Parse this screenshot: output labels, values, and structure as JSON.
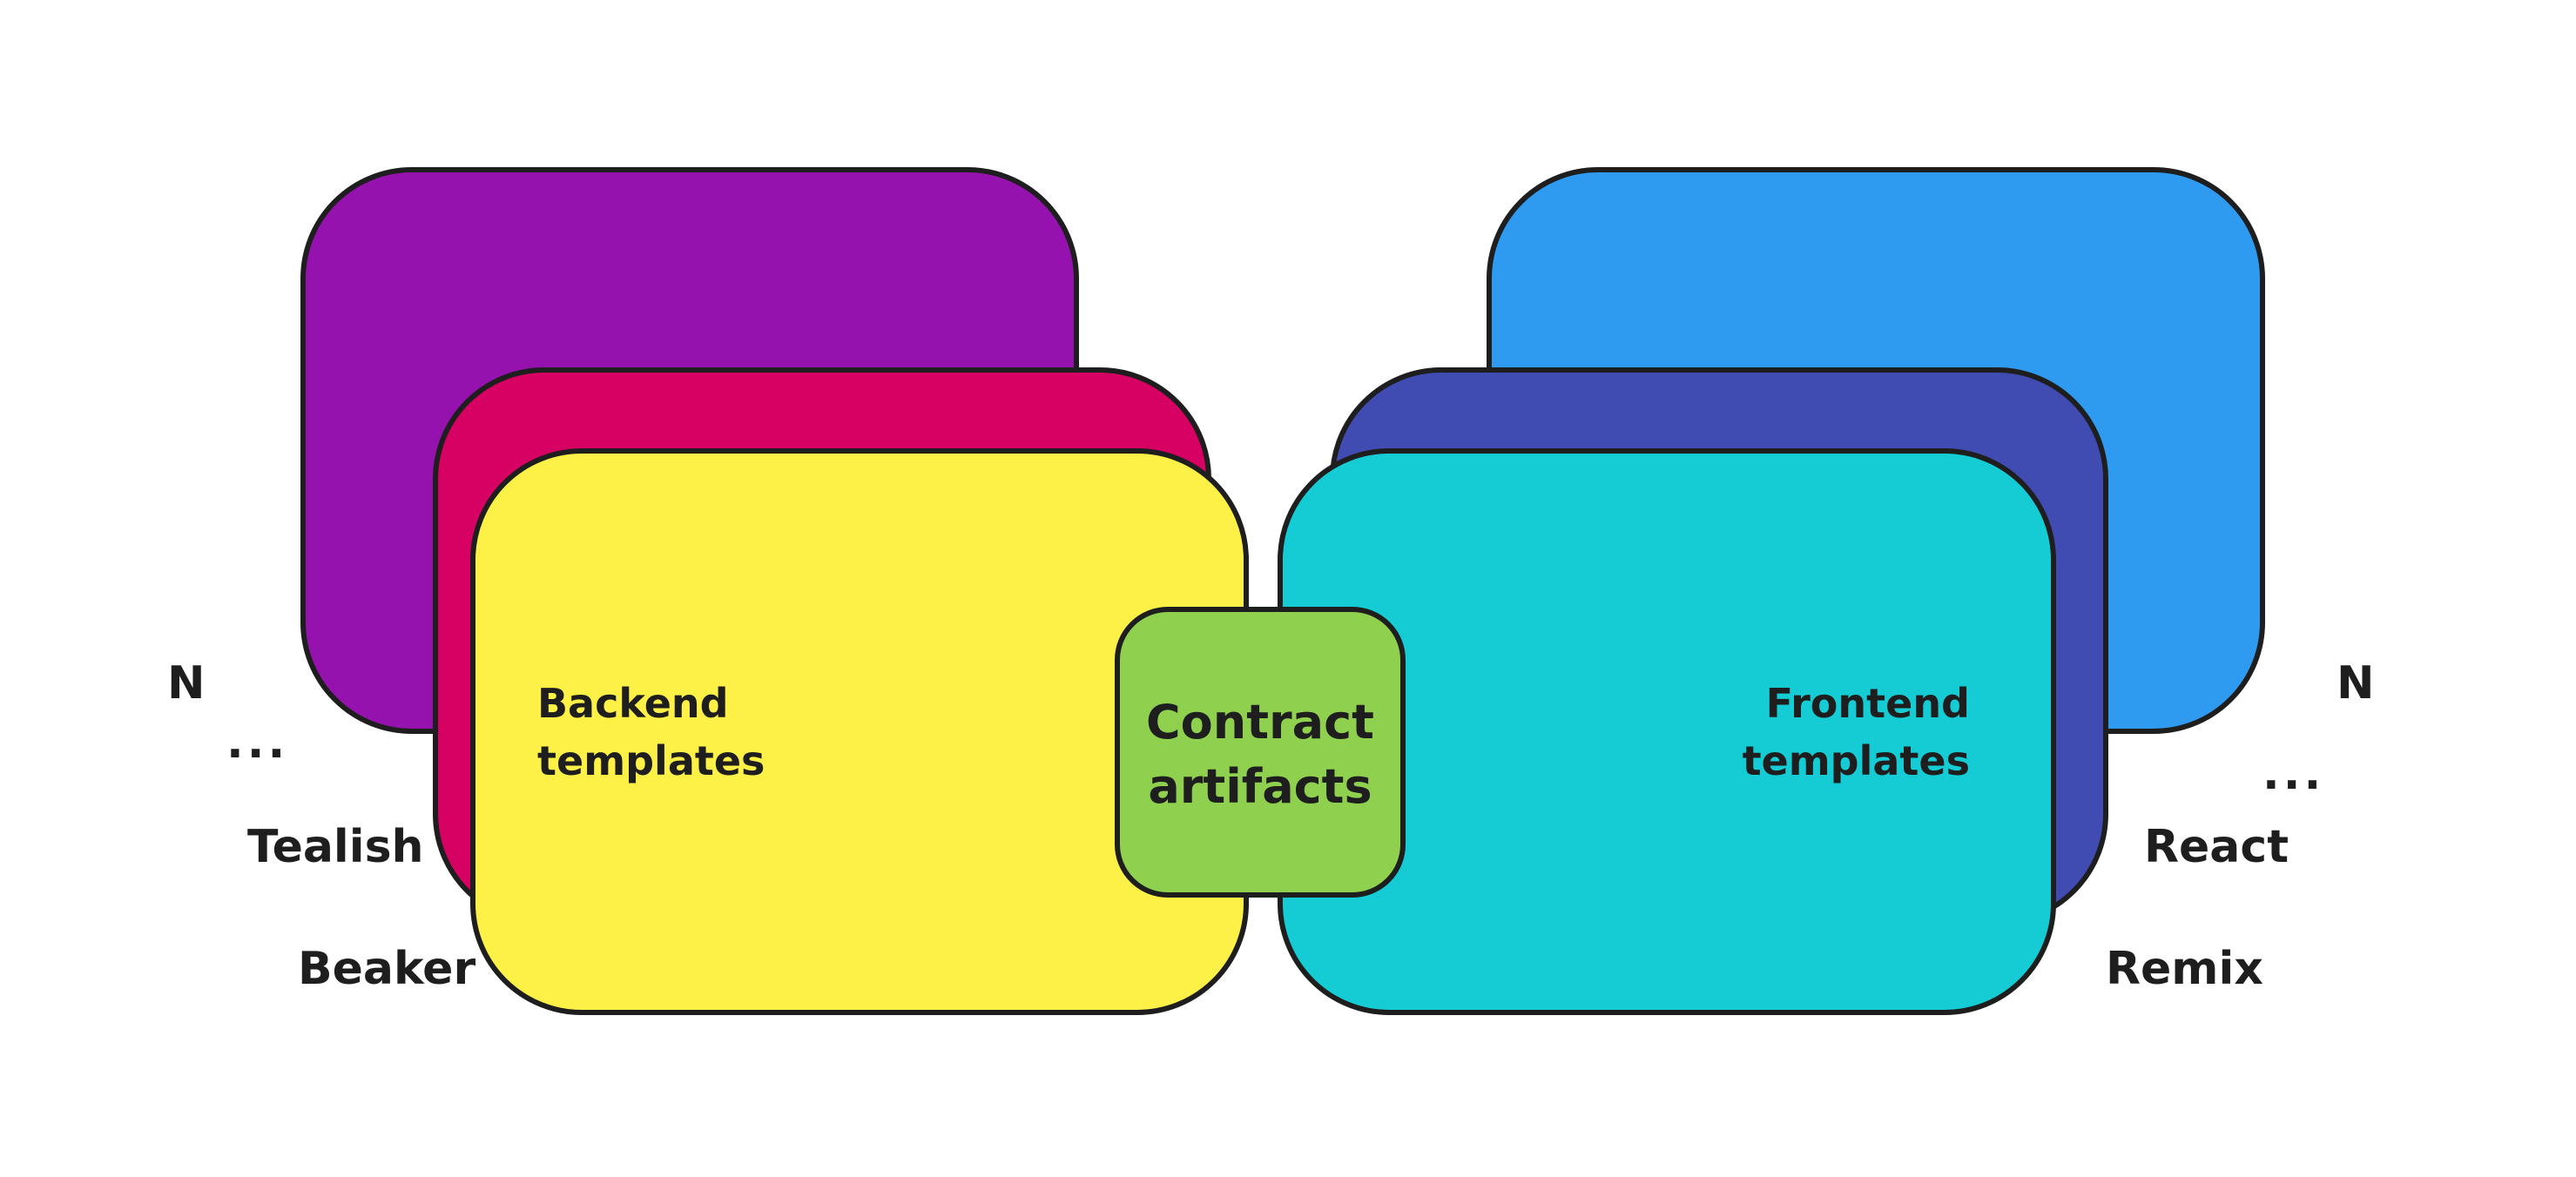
{
  "labels": {
    "backend_line1": "Backend",
    "backend_line2": "templates",
    "frontend_line1": "Frontend",
    "frontend_line2": "templates",
    "contract_line1": "Contract",
    "contract_line2": "artifacts",
    "left_n": "N",
    "left_ellipsis": "...",
    "left_tealish": "Tealish",
    "left_beaker": "Beaker",
    "right_n": "N",
    "right_ellipsis": "...",
    "right_react": "React",
    "right_remix": "Remix"
  },
  "colors": {
    "purple": "#9512ae",
    "crimson": "#d70063",
    "yellow": "#fdf148",
    "sky_blue": "#2e9af0",
    "indigo": "#414cb3",
    "cyan": "#15ccd5",
    "green": "#8fd14f",
    "outline": "#1e1e1e"
  }
}
